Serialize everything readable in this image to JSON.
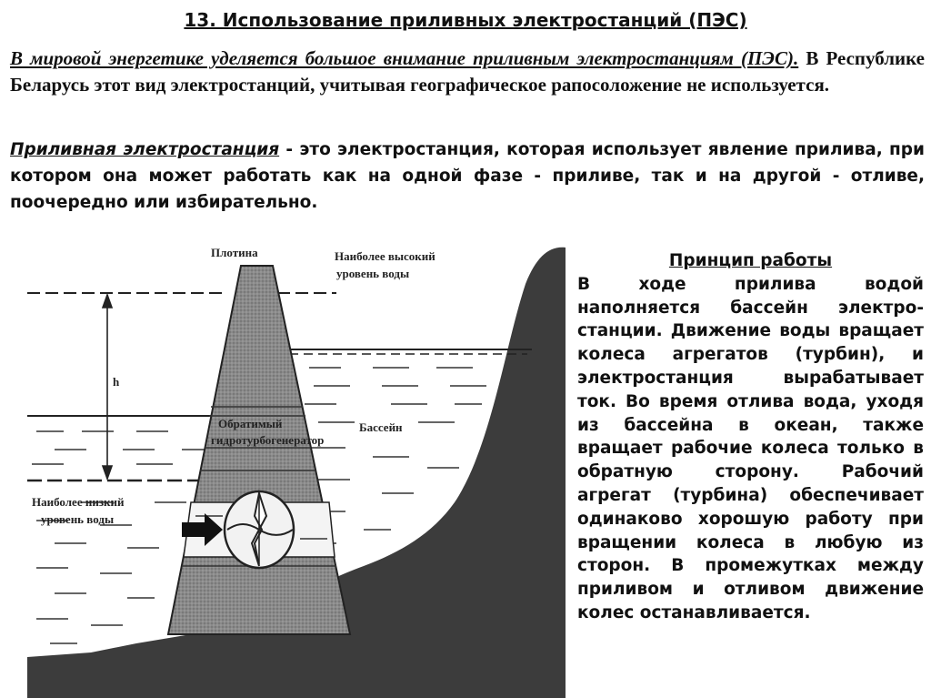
{
  "title": "13. Использование приливных электростанций (ПЭС)",
  "intro": {
    "lead": "В мировой энергетике уделяется большое внимание приливным электростанциям (ПЭС).",
    "rest": " В Республике Беларусь этот вид электростанций, учитывая географическое рапосоложение не используется."
  },
  "definition": {
    "term": "Приливная электростанция",
    "text": " - это электростанция, которая использует явление прилива, при котором она может работать как на одной фазе - приливе, так и на другой - отливе, поочередно или избирательно."
  },
  "diagram": {
    "dam": "Плотина",
    "high_water_1": "Наиболее высокий",
    "high_water_2": "уровень воды",
    "h": "h",
    "generator_1": "Обратимый",
    "generator_2": "гидротурбогенератор",
    "basin": "Бассейн",
    "low_water_1": "Наиболее низкий",
    "low_water_2": "уровень воды"
  },
  "principle": {
    "heading": "Принцип работы",
    "body": "В ходе прилива водой наполняется бассейн электро-станции. Движение воды вращает колеса агрегатов (турбин), и электростанция вырабатывает ток. Во время отлива вода, уходя из бассейна в океан, также вращает рабочие колеса только в обратную сторону. Рабочий агрегат (турбина) обеспечивает одинаково хорошую работу при вращении колеса в любую из сторон. В промежутках между приливом и отливом движение колес останавливается."
  }
}
